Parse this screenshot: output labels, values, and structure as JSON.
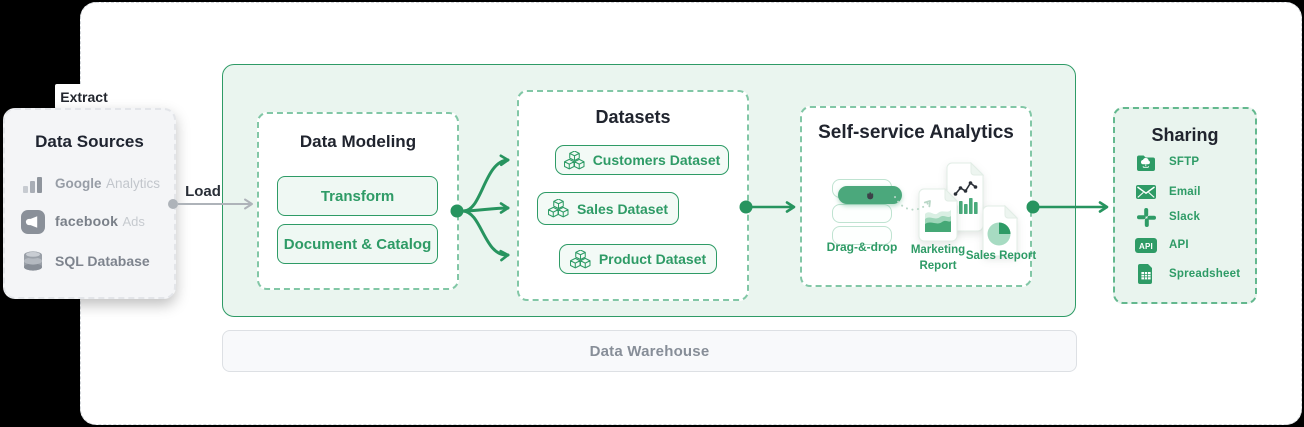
{
  "colors": {
    "accent_green": "#2E9B66",
    "arrow_green": "#27945F",
    "container_bg": "#EAF5EF",
    "neutral_gray": "#878E98"
  },
  "labels": {
    "extract": "Extract",
    "load": "Load"
  },
  "data_sources": {
    "title": "Data Sources",
    "items": [
      {
        "icon": "bar-chart-icon",
        "name": "Google",
        "suffix": "Analytics"
      },
      {
        "icon": "facebook-icon",
        "name": "facebook",
        "suffix": "Ads"
      },
      {
        "icon": "database-icon",
        "name": "SQL Database",
        "suffix": ""
      }
    ]
  },
  "data_modeling": {
    "title": "Data Modeling",
    "steps": [
      "Transform",
      "Document & Catalog"
    ]
  },
  "datasets": {
    "title": "Datasets",
    "items": [
      "Customers Dataset",
      "Sales Dataset",
      "Product Dataset"
    ]
  },
  "analytics": {
    "title": "Self-service Analytics",
    "drag_label": "Drag-&-drop",
    "reports": [
      "Marketing Report",
      "Sales Report"
    ]
  },
  "sharing": {
    "title": "Sharing",
    "items": [
      {
        "icon": "sftp-icon",
        "label": "SFTP"
      },
      {
        "icon": "email-icon",
        "label": "Email"
      },
      {
        "icon": "slack-icon",
        "label": "Slack"
      },
      {
        "icon": "api-icon",
        "label": "API"
      },
      {
        "icon": "spreadsheet-icon",
        "label": "Spreadsheet"
      }
    ]
  },
  "warehouse": {
    "label": "Data Warehouse"
  }
}
